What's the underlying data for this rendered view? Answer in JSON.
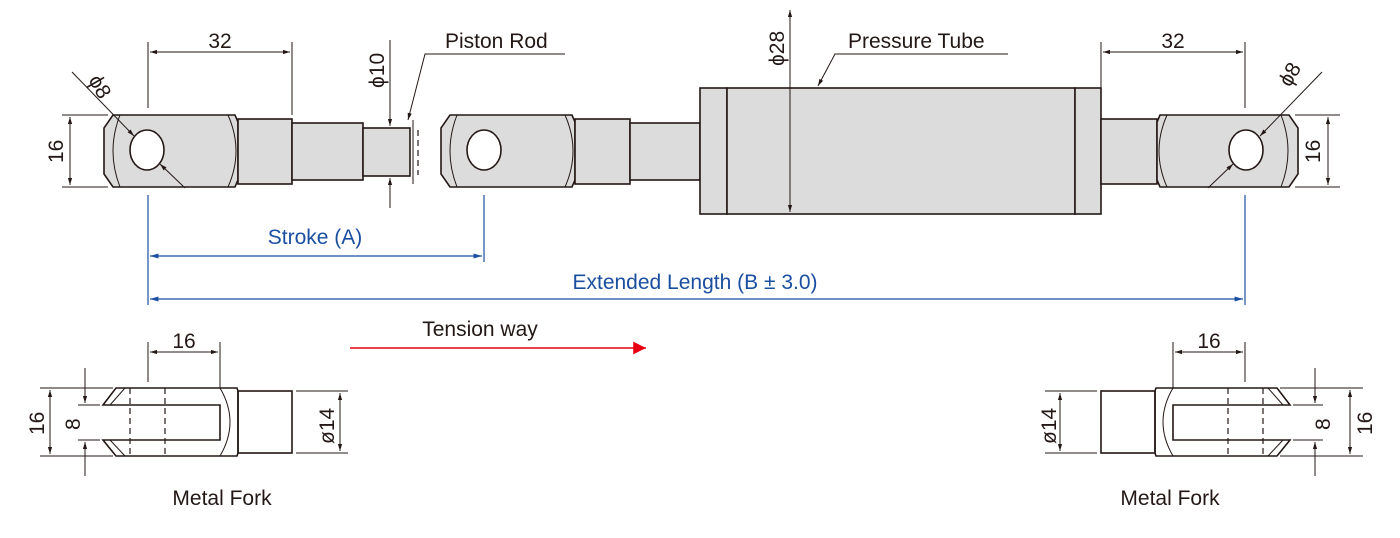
{
  "labels": {
    "eye_length_left": "32",
    "eye_length_right": "32",
    "piston_rod_diameter": "ϕ10",
    "piston_rod": "Piston Rod",
    "tube_diameter": "ϕ28",
    "pressure_tube": "Pressure Tube",
    "eye_height_left": "16",
    "eye_height_right": "16",
    "hole_diameter_left": "ϕ8",
    "hole_diameter_right": "ϕ8",
    "stroke": "Stroke (A)",
    "extended_length": "Extended Length (B ± 3.0)",
    "tension_way": "Tension way",
    "fork_left": {
      "width": "16",
      "height": "16",
      "slot": "8",
      "shank_diameter": "ø14",
      "label": "Metal Fork"
    },
    "fork_right": {
      "width": "16",
      "height": "16",
      "slot": "8",
      "shank_diameter": "ø14",
      "label": "Metal Fork"
    }
  },
  "colors": {
    "outline": "#231815",
    "fill": "#dcdcdc",
    "dimension_blue": "#1a4fa0",
    "arrow_red": "#e60012"
  }
}
